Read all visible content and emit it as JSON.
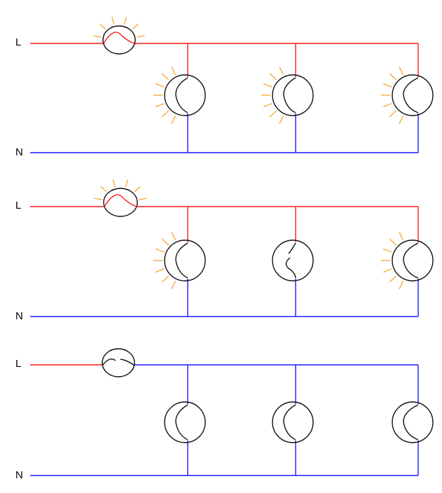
{
  "colors": {
    "live": "#ff1a1a",
    "neutral": "#1a1aff",
    "bulb_outline": "#111111",
    "glow": "#f7a52a",
    "background": "#ffffff"
  },
  "circuits": [
    {
      "live_label": "L",
      "neutral_label": "N",
      "series_bulb": {
        "lit": true,
        "filament": "intact"
      },
      "parallel_bulbs": [
        {
          "lit": true,
          "filament": "intact"
        },
        {
          "lit": true,
          "filament": "intact"
        },
        {
          "lit": true,
          "filament": "intact"
        }
      ],
      "wiring": "live_then_neutral"
    },
    {
      "live_label": "L",
      "neutral_label": "N",
      "series_bulb": {
        "lit": true,
        "filament": "intact"
      },
      "parallel_bulbs": [
        {
          "lit": true,
          "filament": "intact"
        },
        {
          "lit": false,
          "filament": "broken"
        },
        {
          "lit": true,
          "filament": "intact"
        }
      ],
      "wiring": "live_then_neutral"
    },
    {
      "live_label": "L",
      "neutral_label": "N",
      "series_bulb": {
        "lit": false,
        "filament": "broken"
      },
      "parallel_bulbs": [
        {
          "lit": false,
          "filament": "intact"
        },
        {
          "lit": false,
          "filament": "intact"
        },
        {
          "lit": false,
          "filament": "intact"
        }
      ],
      "wiring": "all_neutral_after_series"
    }
  ]
}
